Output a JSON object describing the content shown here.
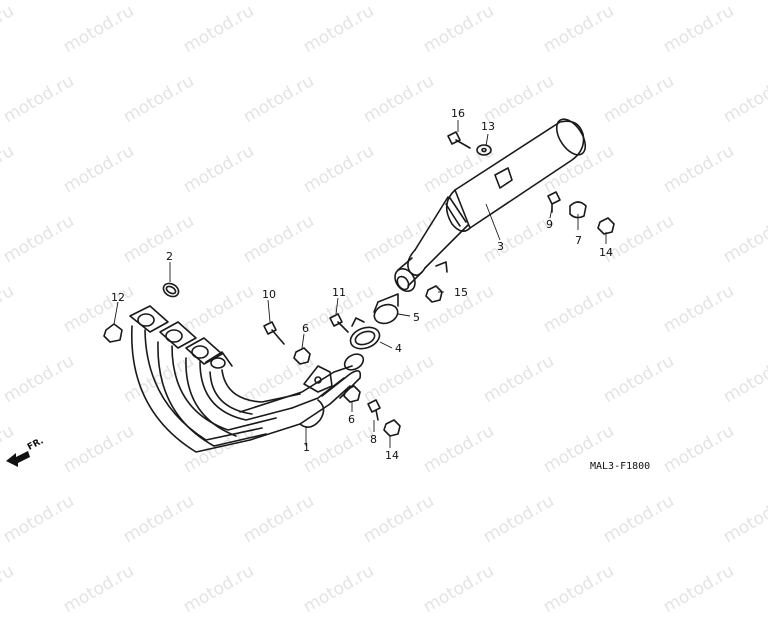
{
  "watermark": {
    "text": "motod.ru"
  },
  "diagram_code": "MAL3-F1800",
  "direction_label": "FR.",
  "callouts": [
    {
      "id": "c16a",
      "number": "16"
    },
    {
      "id": "c13",
      "number": "13"
    },
    {
      "id": "c3",
      "number": "3"
    },
    {
      "id": "c9",
      "number": "9"
    },
    {
      "id": "c7",
      "number": "7"
    },
    {
      "id": "c14a",
      "number": "14"
    },
    {
      "id": "c2",
      "number": "2"
    },
    {
      "id": "c12",
      "number": "12"
    },
    {
      "id": "c10",
      "number": "10"
    },
    {
      "id": "c11",
      "number": "11"
    },
    {
      "id": "c15",
      "number": "15"
    },
    {
      "id": "c5",
      "number": "5"
    },
    {
      "id": "c6a",
      "number": "6"
    },
    {
      "id": "c4",
      "number": "4"
    },
    {
      "id": "c6b",
      "number": "6"
    },
    {
      "id": "c8",
      "number": "8"
    },
    {
      "id": "c1",
      "number": "1"
    },
    {
      "id": "c14b",
      "number": "14"
    }
  ],
  "colors": {
    "line": "#1a1a1a",
    "watermark": "#e3e3e3",
    "background": "#ffffff"
  }
}
